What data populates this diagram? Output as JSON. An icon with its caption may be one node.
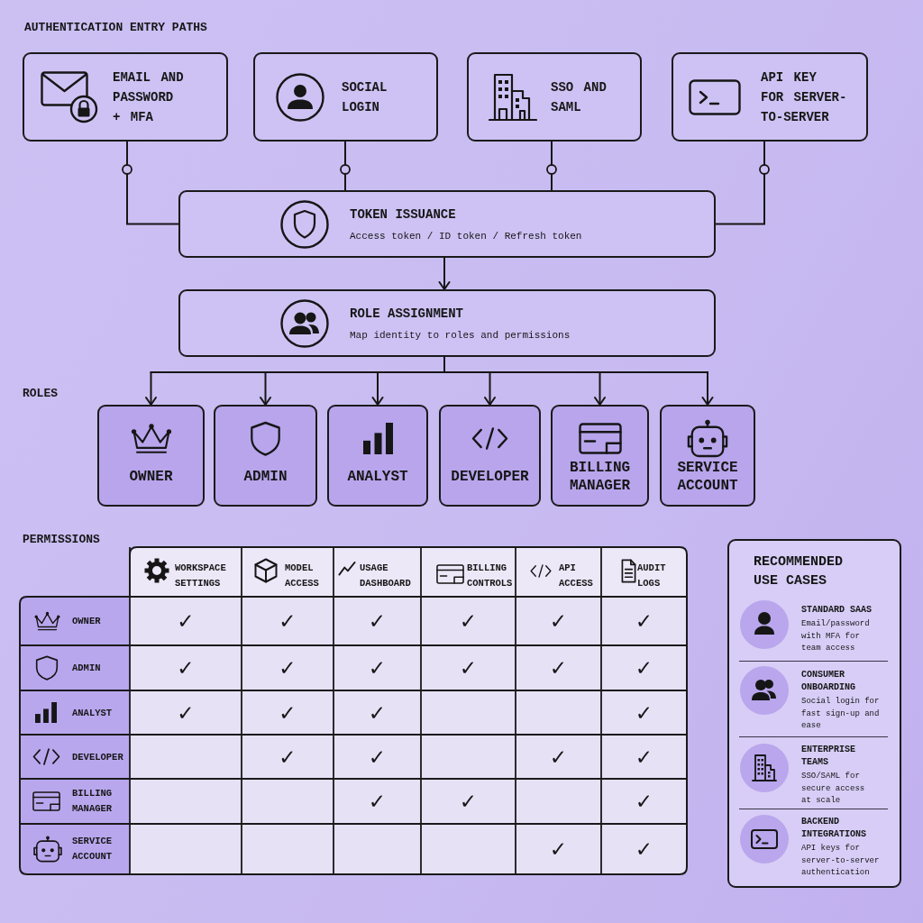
{
  "diagram": {
    "nodes": [
      {
        "text": [
          "EMAIL AND PASSWORD + MFA"
        ]
      },
      {
        "text": [
          "SOCIAL LOGIN"
        ]
      },
      {
        "text": [
          "SSO AND SAML"
        ]
      },
      {
        "text": [
          "API KEY FOR SERVER-TO-SERVER"
        ]
      },
      {
        "text": [
          "TOKEN ISSUANCE",
          "Access token / ID token / Refresh token"
        ]
      },
      {
        "text": [
          "ROLE ASSIGNMENT",
          "Map identity to roles and permissions"
        ]
      },
      {
        "text": [
          "OWNER"
        ]
      },
      {
        "text": [
          "ADMIN"
        ]
      },
      {
        "text": [
          "ANALYST"
        ]
      },
      {
        "text": [
          "DEVELOPER"
        ]
      },
      {
        "text": [
          "BILLING MANAGER"
        ]
      },
      {
        "text": [
          "SERVICE ACCOUNT"
        ]
      },
      {
        "text": [
          "RECOMMENDED USE CASES",
          "STANDARD SAAS",
          "Email/password with MFA for team access",
          "CONSUMER ONBOARDING",
          "Social login for fast sign-up and ease",
          "ENTERPRISE TEAMS",
          "SSO/SAML for secure access at scale",
          "BACKEND INTEGRATIONS",
          "API keys for server-to-server authentication"
        ]
      }
    ],
    "edges": [
      {
        "from": 0,
        "to": 4,
        "arrow": "other"
      },
      {
        "from": 1,
        "to": 4,
        "arrow": "other"
      },
      {
        "from": 2,
        "to": 4,
        "arrow": "other"
      },
      {
        "from": 3,
        "to": 4,
        "arrow": "other"
      },
      {
        "from": 4,
        "to": 5,
        "arrow": "to"
      },
      {
        "from": 5,
        "to": 6,
        "arrow": "to"
      },
      {
        "from": 5,
        "to": 7,
        "arrow": "to"
      },
      {
        "from": 5,
        "to": 8,
        "arrow": "to"
      },
      {
        "from": 5,
        "to": 9,
        "arrow": "to"
      },
      {
        "from": 5,
        "to": 10,
        "arrow": "to"
      },
      {
        "from": 5,
        "to": 11,
        "arrow": "to"
      }
    ],
    "labels": [
      "AUTHENTICATION ENTRY PATHS",
      "ROLES",
      "PERMISSIONS",
      "WORKSPACE SETTINGS",
      "MODEL ACCESS",
      "USAGE DASHBOARD",
      "BILLING CONTROLS",
      "API ACCESS",
      "AUDIT LOGS",
      "OWNER",
      "✓",
      "✓",
      "✓",
      "✓",
      "✓",
      "✓",
      "ADMIN",
      "✓",
      "✓",
      "✓",
      "✓",
      "✓",
      "✓",
      "ANALYST",
      "✓",
      "✓",
      "✓",
      "✓",
      "DEVELOPER",
      "✓",
      "✓",
      "✓",
      "✓",
      "BILLING MANAGER",
      "✓",
      "✓",
      "✓",
      "SERVICE ACCOUNT",
      "✓",
      "✓"
    ]
  }
}
